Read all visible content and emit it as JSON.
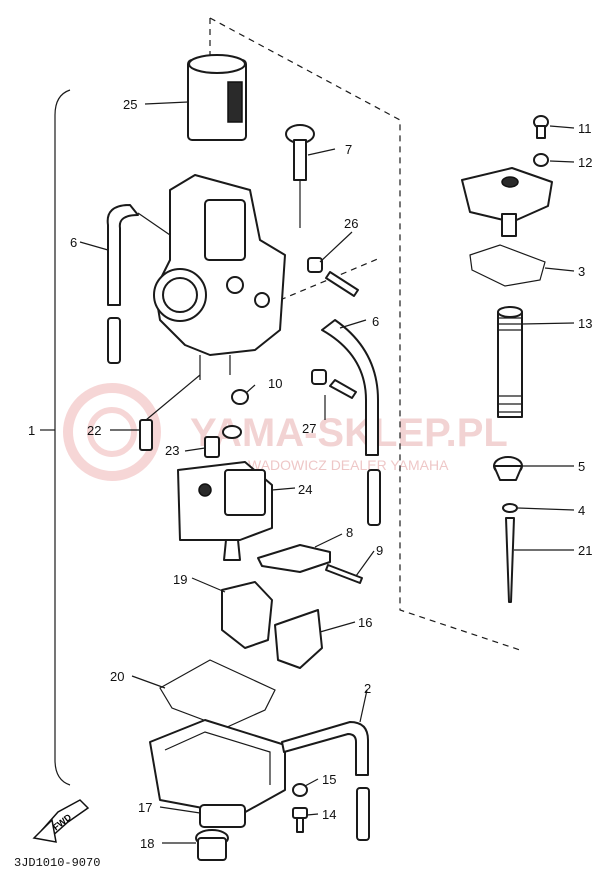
{
  "diagram": {
    "code": "3JD1010-9070",
    "fwd_label": "FWD",
    "watermark": {
      "title": "YAMA-SKLEP.PL",
      "subtitle": "WADOWICZ DEALER YAMAHA"
    },
    "callouts": [
      "25",
      "7",
      "26",
      "6",
      "10",
      "6",
      "27",
      "22",
      "23",
      "24",
      "1",
      "8",
      "9",
      "19",
      "16",
      "20",
      "2",
      "15",
      "17",
      "14",
      "18",
      "11",
      "12",
      "3",
      "13",
      "5",
      "4",
      "21"
    ]
  }
}
